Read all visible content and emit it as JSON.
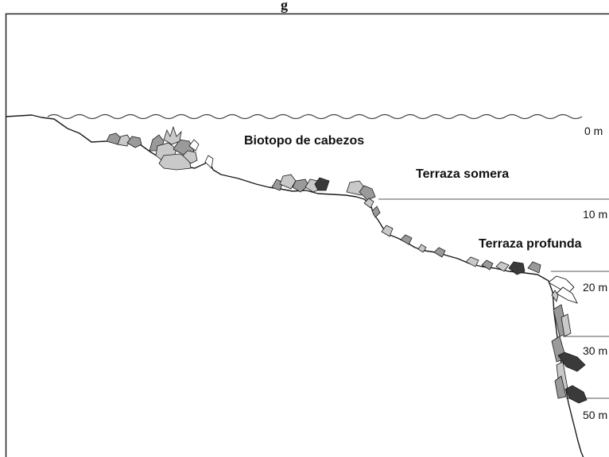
{
  "figure": {
    "title_fragment": "g",
    "zones": {
      "cabezos": "Biotopo de cabezos",
      "somera": "Terraza somera",
      "profunda": "Terraza profunda"
    },
    "depths": [
      "0 m",
      "10 m",
      "20 m",
      "30 m",
      "50 m"
    ]
  },
  "colors": {
    "frame": "#222222",
    "profile_line": "#1a1a1a",
    "depth_line": "#555555",
    "rock_light": "#c9c9c9",
    "rock_mid": "#9a9a9a",
    "rock_dark": "#3a3a3a"
  }
}
